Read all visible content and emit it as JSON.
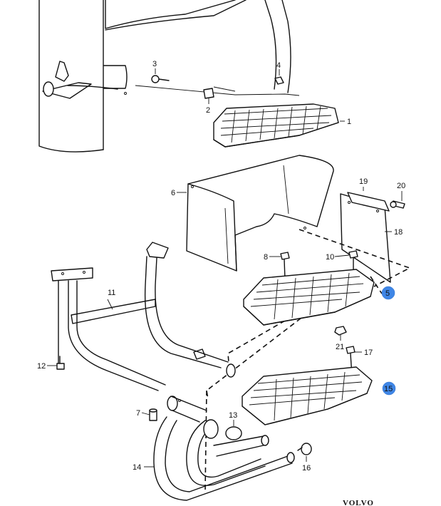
{
  "callouts": [
    "1",
    "2",
    "3",
    "4",
    "5",
    "6",
    "7",
    "8",
    "10",
    "11",
    "12",
    "13",
    "14",
    "15",
    "16",
    "17",
    "18",
    "19",
    "20",
    "21"
  ],
  "highlighted_callouts": [
    "5",
    "15"
  ],
  "highlight_color": "#3f86e6",
  "brand": "VOLVO"
}
